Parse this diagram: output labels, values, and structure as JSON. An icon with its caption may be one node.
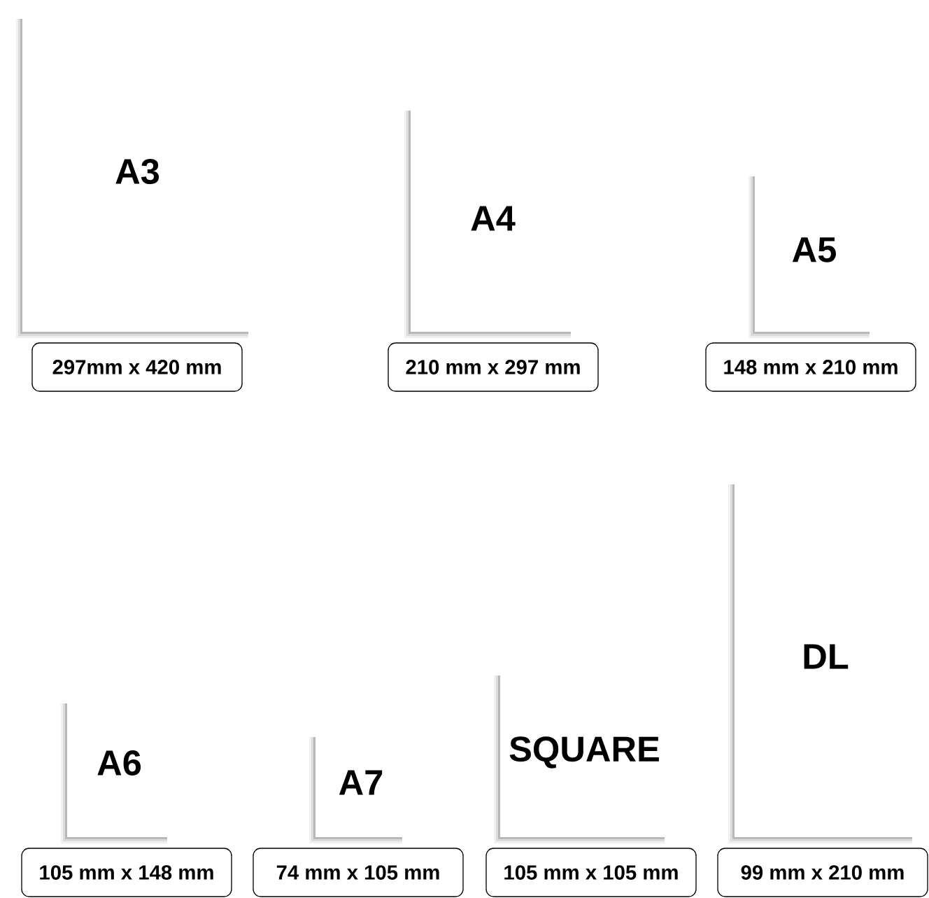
{
  "diagram": {
    "nodes": [
      {
        "text": [
          "A3"
        ]
      },
      {
        "text": [
          "297mm x 420 mm"
        ]
      },
      {
        "text": [
          "A4"
        ]
      },
      {
        "text": [
          "210 mm x 297 mm"
        ]
      },
      {
        "text": [
          "A5"
        ]
      },
      {
        "text": [
          "148 mm x 210 mm"
        ]
      },
      {
        "text": [
          "A6"
        ]
      },
      {
        "text": [
          "105 mm x 148 mm"
        ]
      },
      {
        "text": [
          "A7"
        ]
      },
      {
        "text": [
          "74 mm x 105 mm"
        ]
      },
      {
        "text": [
          "SQUARE"
        ]
      },
      {
        "text": [
          "105 mm x 105 mm"
        ]
      },
      {
        "text": [
          "DL"
        ]
      },
      {
        "text": [
          "99 mm x 210 mm"
        ]
      }
    ]
  }
}
